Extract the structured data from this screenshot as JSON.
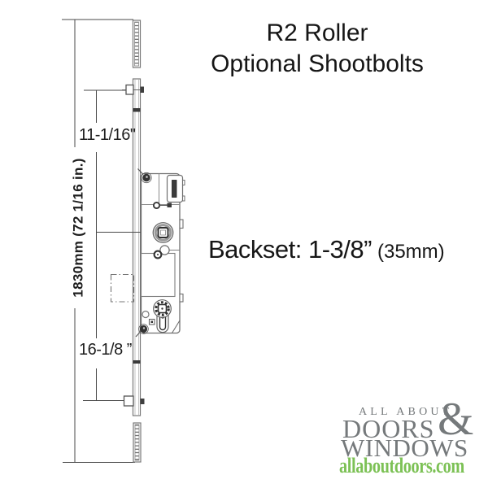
{
  "title": {
    "line1": "R2 Roller",
    "line2": "Optional Shootbolts"
  },
  "dimensions": {
    "overall_length": "1830mm (72 1/16 in.)",
    "top_to_handle": "11-1/16\"",
    "handle_to_bottom": "16-1/8 ”",
    "backset_label": "Backset: 1-3/8”",
    "backset_metric": "(35mm)"
  },
  "logo": {
    "tagline_top": "ALL ABOUT",
    "word1": "DOORS",
    "ampersand": "&",
    "word2": "WINDOWS",
    "website": "allaboutdoors.com"
  },
  "colors": {
    "text": "#161616",
    "drawing_line": "#6f6f6f",
    "drawing_dark": "#3a3a3a",
    "logo_gray": "#75797b",
    "logo_green": "#7cc155"
  }
}
